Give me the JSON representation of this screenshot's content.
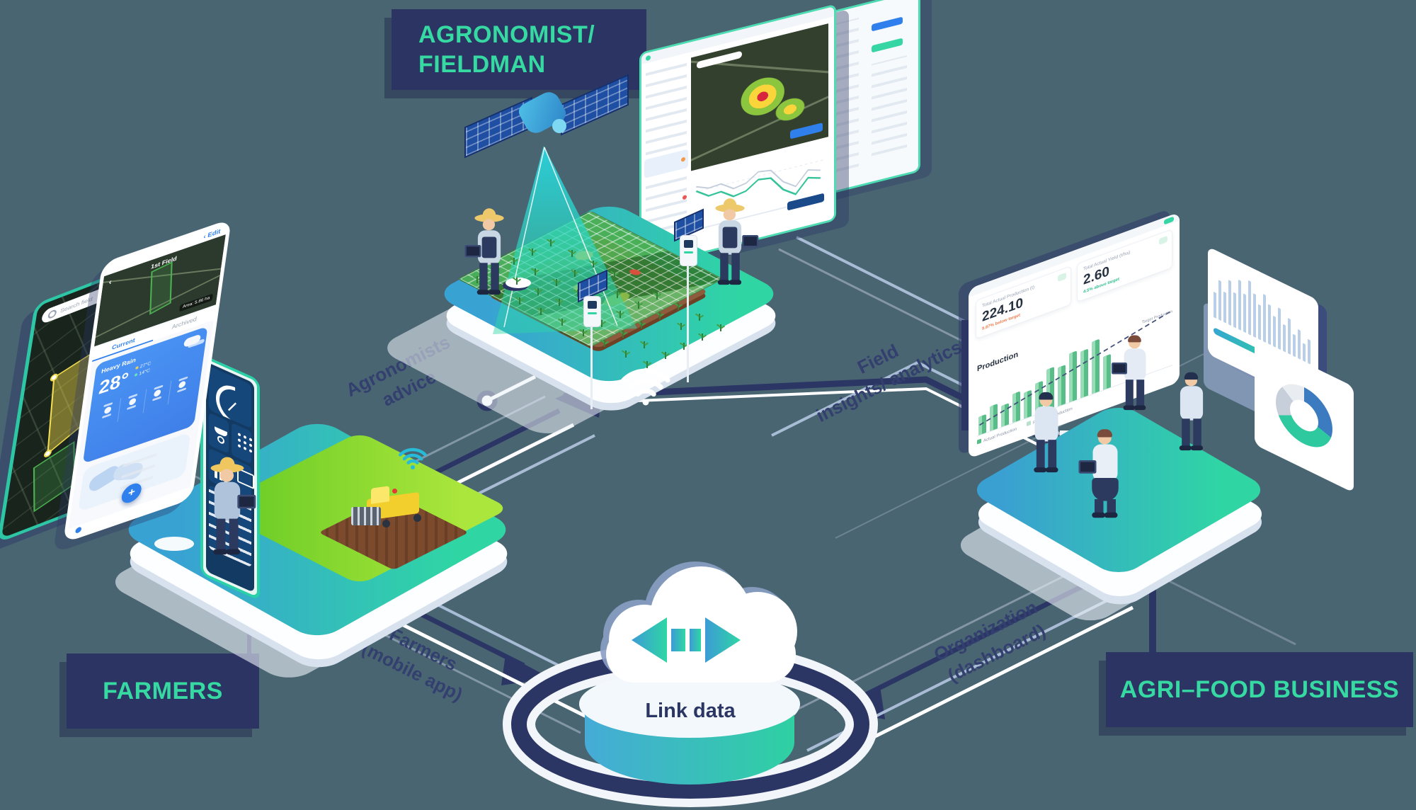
{
  "scene": {
    "background_color": "#4A6572",
    "accent_teal": "#2FD6A4",
    "navy": "#2B3665",
    "label_box_color": "#2C3463"
  },
  "labels": {
    "agronomist": {
      "line1": "AGRONOMIST/",
      "line2": "FIELDMAN"
    },
    "farmers": "FARMERS",
    "agrifood": "AGRI–FOOD BUSINESS"
  },
  "flows": {
    "advice": {
      "line1": "Agronomists",
      "line2": "advice"
    },
    "insights": {
      "line1": "Field",
      "line2": "insights/ analytics"
    },
    "farmers_app": {
      "line1": "Farmers",
      "line2": "(mobile app)"
    },
    "org_dashboard": {
      "line1": "Organization",
      "line2": "(dashboard)"
    }
  },
  "cloud": {
    "label": "Link data"
  },
  "dashboard": {
    "stat_cards": [
      {
        "title": "Total Actual Production (t)",
        "value": "224.10",
        "delta": "9.87% below target",
        "delta_color": "#F07D4E"
      },
      {
        "title": "Total Actual Yield (t/ha)",
        "value": "2.60",
        "delta": "4.5% above target",
        "delta_color": "#2FBF8F"
      }
    ],
    "production_title": "Production",
    "legend": [
      "Actual Production",
      "Predicted Production"
    ],
    "target_label": "Target Production"
  },
  "phone_weather": {
    "title": "1st Field",
    "edit": "Edit",
    "back": "‹",
    "area": "Area: 5.86 ha",
    "tabs": [
      "Current",
      "Archived"
    ],
    "condition": "Heavy Rain",
    "temp": "28°",
    "high": "27°C",
    "low": "14°C",
    "fab": "+",
    "forecast_slots": 4
  },
  "phone_map": {
    "search": "Search field"
  },
  "icons": {
    "cloud_sync": "bidirectional-arrows-icon",
    "wifi_platform": "wifi-icon",
    "wifi_harvester": "wifi-icon",
    "satellite": "satellite-icon"
  },
  "chart_data": [
    {
      "type": "bar",
      "title": "Production",
      "values": [
        33,
        45,
        38,
        52,
        48,
        57,
        75,
        70,
        88,
        85,
        95,
        60
      ],
      "bar_color": "#57BE88",
      "target_line": "rising dashed",
      "legend": [
        "Actual Production",
        "Predicted Production"
      ],
      "ylim": [
        0,
        100
      ]
    },
    {
      "type": "line",
      "context": "field-monitor-vegetation-index",
      "values": [
        62,
        48,
        50,
        36,
        40,
        55,
        52,
        26,
        12,
        36,
        30
      ],
      "line_color": "#35C39A"
    },
    {
      "type": "bar",
      "context": "market-sparkline",
      "values": [
        40,
        62,
        48,
        70,
        55,
        78,
        60,
        85,
        68,
        55,
        75,
        62,
        48,
        64,
        42,
        56,
        34,
        46,
        28,
        38
      ],
      "bar_color": "#B9CFE8"
    },
    {
      "type": "pie",
      "context": "share-donut",
      "segments": [
        {
          "color": "#3C7BC0",
          "value": 30
        },
        {
          "color": "#2FC9A0",
          "value": 38
        },
        {
          "color": "#C7CFDA",
          "value": 18
        },
        {
          "color": "#E9EDF2",
          "value": 14
        }
      ]
    }
  ]
}
